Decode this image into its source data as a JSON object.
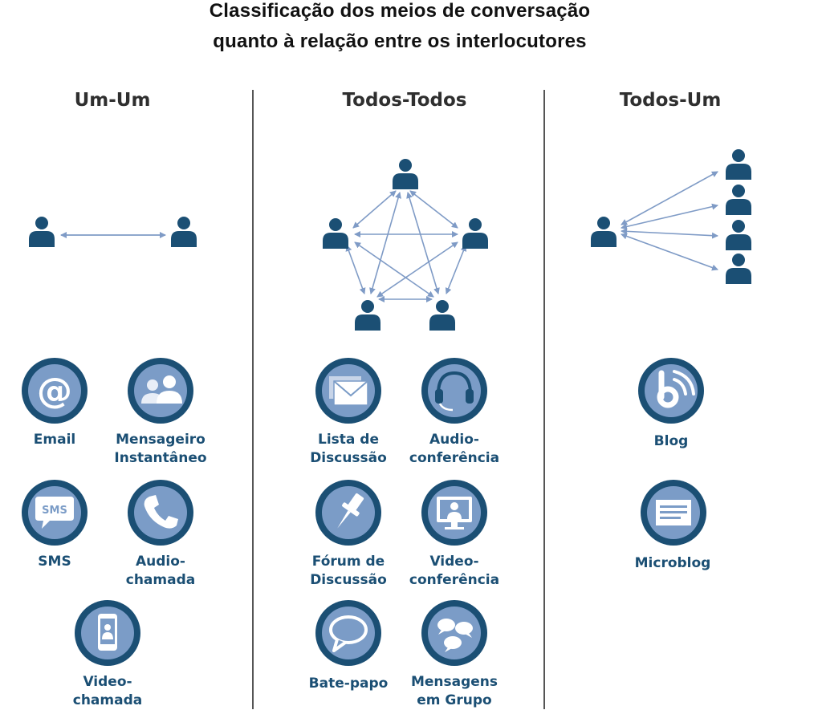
{
  "title": {
    "line1": "Classificação dos meios de conversação",
    "line2": "quanto à relação entre os interlocutores"
  },
  "colors": {
    "dark": "#1b4f74",
    "light": "#7b9cc7",
    "arrow": "#7f9bc6",
    "text": "#1b4f74"
  },
  "columns": [
    {
      "heading": "Um-Um",
      "items": [
        {
          "label": "Email",
          "icon": "at-sign-icon"
        },
        {
          "label": "Mensageiro\nInstantâneo",
          "icon": "users-icon"
        },
        {
          "label": "SMS",
          "icon": "sms-bubble-icon"
        },
        {
          "label": "Audio-\nchamada",
          "icon": "phone-icon"
        },
        {
          "label": "Video-\nchamada",
          "icon": "smartphone-icon"
        }
      ]
    },
    {
      "heading": "Todos-Todos",
      "items": [
        {
          "label": "Lista de\nDiscussão",
          "icon": "envelope-icon"
        },
        {
          "label": "Audio-\nconferência",
          "icon": "headset-icon"
        },
        {
          "label": "Fórum de\nDiscussão",
          "icon": "pushpin-icon"
        },
        {
          "label": "Video-\nconferência",
          "icon": "monitor-icon"
        },
        {
          "label": "Bate-papo",
          "icon": "speech-bubble-icon"
        },
        {
          "label": "Mensagens\nem Grupo",
          "icon": "chat-bubbles-icon"
        }
      ]
    },
    {
      "heading": "Todos-Um",
      "items": [
        {
          "label": "Blog",
          "icon": "blog-icon"
        },
        {
          "label": "Microblog",
          "icon": "microblog-icon"
        }
      ]
    }
  ]
}
